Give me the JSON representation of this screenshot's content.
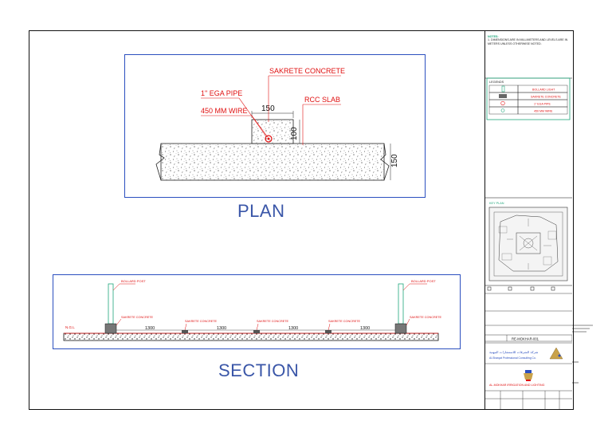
{
  "drawing": {
    "plan_title": "PLAN",
    "section_title": "SECTION"
  },
  "plan": {
    "callouts": {
      "concrete": "SAKRETE CONCRETE",
      "pipe": "1\" EGA PIPE",
      "wire": "450 MM WIRE",
      "slab": "RCC SLAB"
    },
    "dims": {
      "width": "150",
      "height": "100",
      "slab_thk": "150"
    }
  },
  "section": {
    "pole_left": "BOLLARD POST",
    "pole_right": "BOLLARD POST",
    "ngl": "N.G.L",
    "block_labels": [
      "SAKRETE CONCRETE",
      "SAKRETE CONCRETE",
      "SAKRETE CONCRETE",
      "SAKRETE CONCRETE",
      "SAKRETE CONCRETE"
    ],
    "spacings": [
      "1300",
      "1300",
      "1300",
      "1300"
    ]
  },
  "notes": {
    "heading": "NOTES:",
    "text": "1. DIMENSIONS ARE IN MILLIMETERS AND LEVELS ARE IN METERS UNLESS OTHERWISE NOTED."
  },
  "legend": {
    "heading": "LEGENDS",
    "items": [
      {
        "label": "BOLLARD LIGHT",
        "icon": "bollard-icon"
      },
      {
        "label": "SAKRETE CONCRETE",
        "icon": "concrete-block-icon"
      },
      {
        "label": "1\" EGA PIPE",
        "icon": "pipe-circle-icon"
      },
      {
        "label": "450 MM WIRE",
        "icon": "wire-symbol-icon"
      }
    ]
  },
  "key_plan": {
    "heading": "KEY PLAN"
  },
  "title_block": {
    "checkbox_labels": [
      "",
      "",
      "",
      ""
    ],
    "ref_no": "RE-MOKHAR-001",
    "company_name_ar": "شركة الشرقات للاستشارات المهنية",
    "company_name_en": "Al-Sharqat Professional Consulting Co.",
    "bottom_line": "AL-MOKHAR IRRIGATION AND LIGHTING"
  },
  "colors": {
    "frame_blue": "#2b4fbf",
    "annotation_red": "#e01010",
    "teal": "#1fa67a",
    "title_blue": "#3a56a8"
  }
}
